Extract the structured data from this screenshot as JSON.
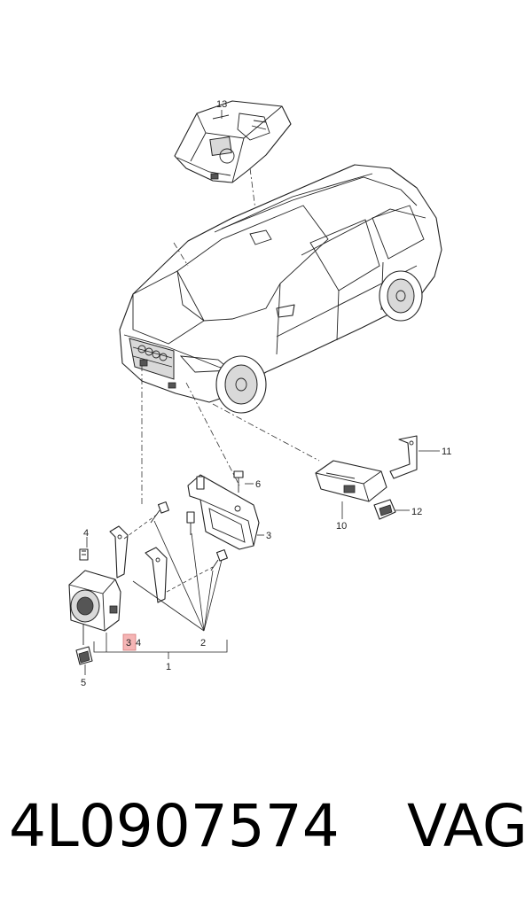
{
  "callouts": {
    "c1": "1",
    "c2": "2",
    "c3a": "3",
    "c3b": "3",
    "c4a": "4",
    "c4b": "4",
    "c5": "5",
    "c6": "6",
    "c10": "10",
    "c11": "11",
    "c12": "12",
    "c13": "13"
  },
  "highlight_color": "#f5b5b5",
  "caption": {
    "part_number": "4L0907574",
    "brand": "VAG"
  }
}
